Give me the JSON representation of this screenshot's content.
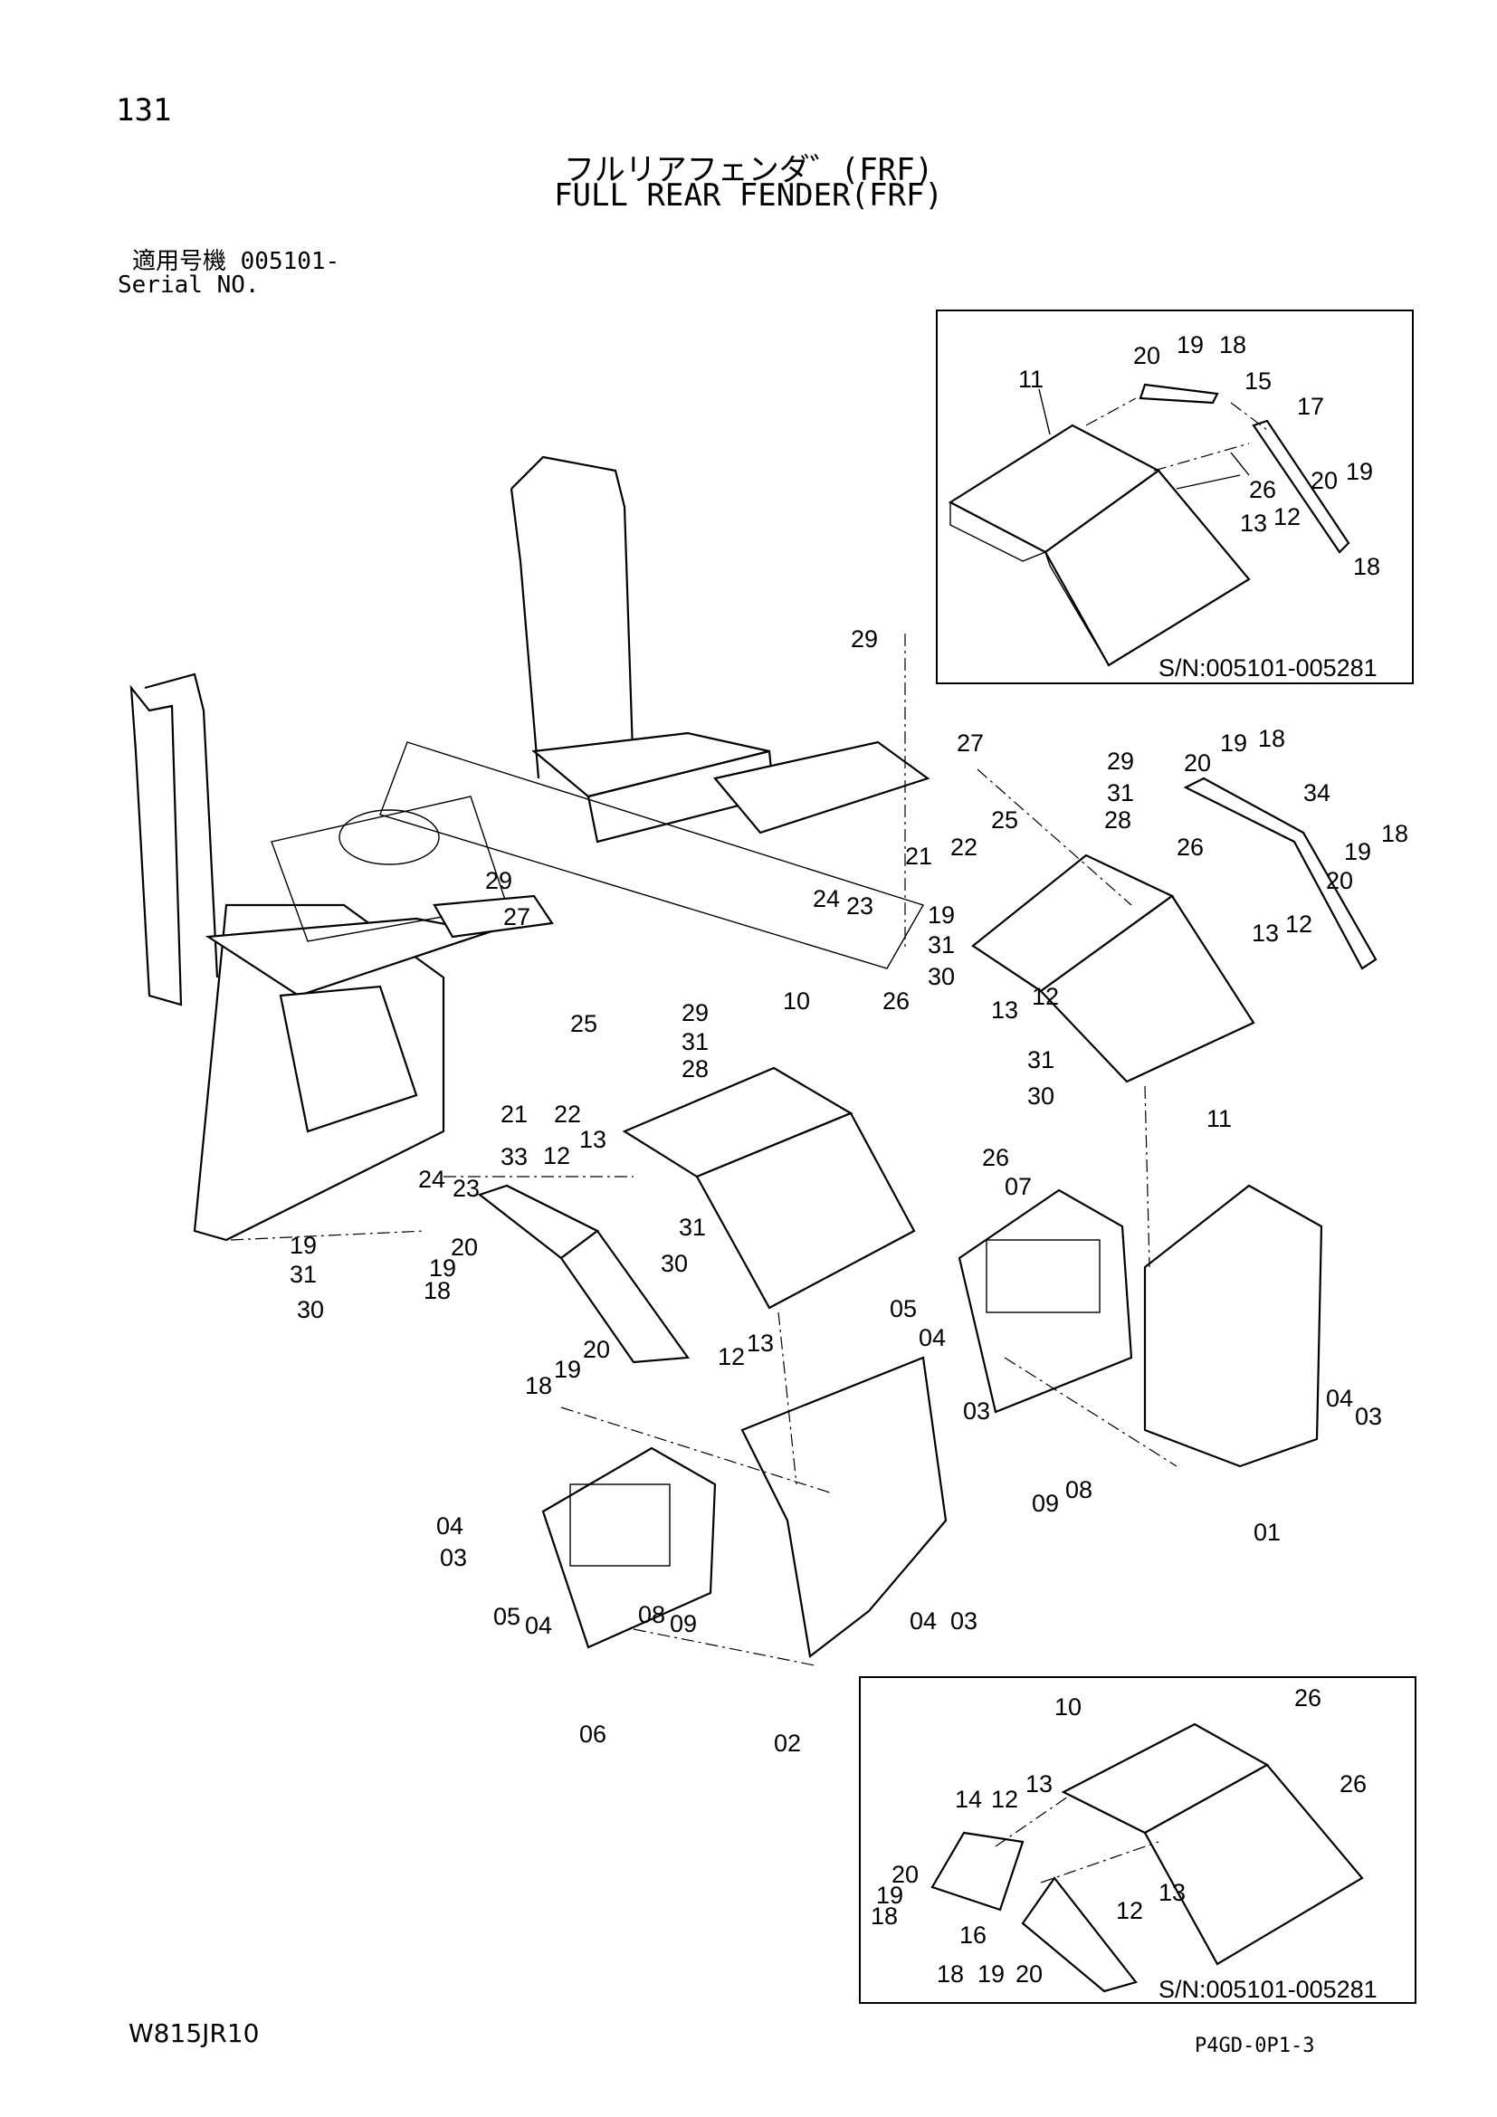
{
  "page_number": "131",
  "title_jp": "フルリアフェンダ゛(FRF)",
  "title_en": "FULL REAR FENDER(FRF)",
  "serial_label_jp": "適用号機 005101-",
  "serial_label_en": "Serial NO.",
  "inset_top": {
    "serial_range": "S/N:005101-005281"
  },
  "inset_bottom": {
    "serial_range": "S/N:005101-005281"
  },
  "footer_left": "W815JR10",
  "footer_right": "P4GD-0P1-3",
  "part_numbers_main": [
    "29",
    "27",
    "19",
    "31",
    "28",
    "25",
    "34",
    "21",
    "22",
    "24",
    "23",
    "26",
    "20",
    "18",
    "30",
    "13",
    "12",
    "11",
    "10",
    "33",
    "07",
    "05",
    "04",
    "03",
    "09",
    "08",
    "01",
    "06",
    "02"
  ],
  "part_numbers_inset_top": [
    "20",
    "19",
    "18",
    "15",
    "11",
    "17",
    "26",
    "13",
    "12"
  ],
  "part_numbers_inset_bottom": [
    "10",
    "26",
    "14",
    "12",
    "13",
    "20",
    "19",
    "18",
    "16"
  ]
}
